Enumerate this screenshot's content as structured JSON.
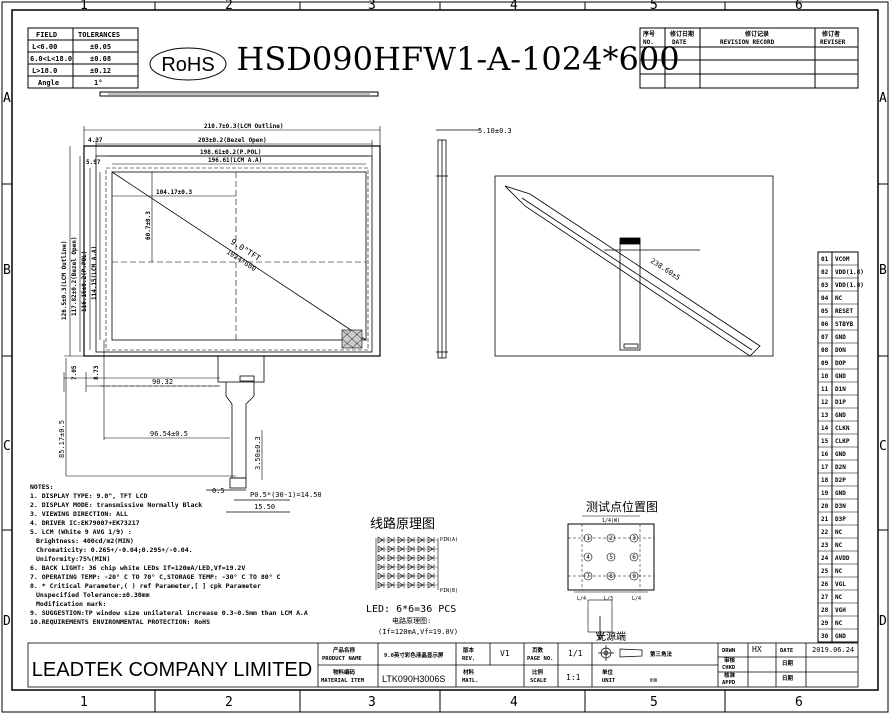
{
  "zone_columns": [
    "1",
    "2",
    "3",
    "4",
    "5",
    "6"
  ],
  "zone_rows": [
    "A",
    "B",
    "C",
    "D"
  ],
  "tolerance_table": {
    "headers": [
      "FIELD",
      "TOLERANCES"
    ],
    "rows": [
      [
        "L<6.00",
        "±0.05"
      ],
      [
        "6.0<L<18.0",
        "±0.08"
      ],
      [
        "L>18.0",
        "±0.12"
      ],
      [
        "Angle",
        "1°"
      ]
    ]
  },
  "rohs_label": "RoHS",
  "part_title": "HSD090HFW1-A-1024*600",
  "revision_table": {
    "headers_cn": [
      "序号",
      "修订日期",
      "修订记录",
      "修订者"
    ],
    "headers_en": [
      "NO.",
      "DATE",
      "REVISION RECORD",
      "REVISER"
    ]
  },
  "dims": {
    "lcm_outline_w": "210.7±0.3(LCM Outline)",
    "bezel_open_w": "203±0.2(Bezel Open)",
    "pol_w": "198.61±0.2(P.POL)",
    "active_w": "196.61(LCM A.A)",
    "left_offset_1": "4.37",
    "left_offset_2": "5.97",
    "center_x": "104.17±0.3",
    "center_y": "60.7±0.3",
    "diagonal": "9.0\"TFT",
    "diagonal_sub": "1024*600",
    "lcm_outline_h": "126.5±0.3(LCM Outline)",
    "bezel_open_h": "117.82±0.2(Bezel Open)",
    "pol_h": "116.16±0.2(P.POL)",
    "active_h": "114.15(LCM A.A)",
    "bottom_offset_1": "7.05",
    "bottom_offset_2": "8.73",
    "fpc_x": "90.32",
    "fpc_x2": "96.54±0.5",
    "fpc_total_h": "85.17±0.5",
    "fpc_end_h": "3.50±0.3",
    "pitch": "0.5",
    "pitch_total": "P0.5*(30-1)=14.50",
    "fpc_width": "15.50",
    "thickness": "5.10±0.3",
    "iso_length": "238.60±5"
  },
  "pin_table": [
    [
      "01",
      "VCOM"
    ],
    [
      "02",
      "VDD(1.8)"
    ],
    [
      "03",
      "VDD(1.8)"
    ],
    [
      "04",
      "NC"
    ],
    [
      "05",
      "RESET"
    ],
    [
      "06",
      "STBYB"
    ],
    [
      "07",
      "GND"
    ],
    [
      "08",
      "DON"
    ],
    [
      "09",
      "DOP"
    ],
    [
      "10",
      "GND"
    ],
    [
      "11",
      "D1N"
    ],
    [
      "12",
      "D1P"
    ],
    [
      "13",
      "GND"
    ],
    [
      "14",
      "CLKN"
    ],
    [
      "15",
      "CLKP"
    ],
    [
      "16",
      "GND"
    ],
    [
      "17",
      "D2N"
    ],
    [
      "18",
      "D2P"
    ],
    [
      "19",
      "GND"
    ],
    [
      "20",
      "D3N"
    ],
    [
      "21",
      "D3P"
    ],
    [
      "22",
      "NC"
    ],
    [
      "23",
      "NC"
    ],
    [
      "24",
      "AVDD"
    ],
    [
      "25",
      "NC"
    ],
    [
      "26",
      "VGL"
    ],
    [
      "27",
      "NC"
    ],
    [
      "28",
      "VGH"
    ],
    [
      "29",
      "NC"
    ],
    [
      "30",
      "GND"
    ]
  ],
  "notes": [
    "NOTES:",
    "1. DISPLAY TYPE: 9.0\", TFT LCD",
    "2. DISPLAY MODE: transmissive Normally Black",
    "3. VIEWING DIRECTION:  ALL",
    "4. DRIVER IC:EK79007+EK73217",
    "5. LCM (White 9 AVG 1/9) :",
    "   Brightness: 400cd/m2(MIN)",
    "   Chromaticity: 0.265+/-0.04;0.295+/-0.04.",
    "   Uniformity:75%(MIN)",
    "6. BACK LIGHT: 36 chip white LEDs If=120mA/LED,Vf=19.2V",
    "7. OPERATING TEMP: -20° C TO 70° C,STORAGE TEMP: -30° C TO 80° C",
    "8. * Critical Parameter,( ) ref Parameter,[ ] cpk Parameter",
    "   Unspecified Tolerance:±0.30mm",
    "   Modification mark:",
    "9. SUGGESTION:TP window size unilateral increase 0.3~0.5mm than LCM A.A",
    "10.REQUIREMENTS ENVIRONMENTAL PROTECTION: RoHS"
  ],
  "circuit": {
    "title": "线路原理图",
    "pin_a": "PIN(A)",
    "pin_b": "PIN(B)",
    "led_count": "LED:  6*6=36 PCS",
    "elec_title": "电路原理图:",
    "elec_spec": "(If=120mA,Vf=19.0V)"
  },
  "test_points": {
    "title": "测试点位置图",
    "top_label": "1/4(W)",
    "numbers": [
      "1",
      "2",
      "3",
      "4",
      "5",
      "6",
      "7",
      "8",
      "9"
    ],
    "bottom_label": "光源端",
    "side_labels": [
      "L/4",
      "L/3",
      "L/4"
    ]
  },
  "title_block": {
    "company": "LEADTEK COMPANY LIMITED",
    "product_name_cn": "产品名称",
    "product_name_en": "PRODUCT NAME",
    "product_name": "9.0英寸彩色液晶显示屏",
    "material_cn": "物料编码",
    "material_en": "MATERIAL ITEM",
    "material_code": "LTK090H3006S",
    "version_cn": "版本",
    "version_en": "REV.",
    "version": "V1",
    "page_cn": "页数",
    "page_en": "PAGE NO.",
    "page": "1/1",
    "projection": "第三角法",
    "material2_cn": "材料",
    "material2_en": "MATL.",
    "scale_cn": "比例",
    "scale_en": "SCALE",
    "scale": "1:1",
    "unit_cn": "单位",
    "unit_en": "UNIT",
    "unit": "mm",
    "drawn_label": "DRWN",
    "drawn_by": "HX",
    "checked_cn": "审核",
    "checked_label": "CHKD",
    "approved_cn": "核准",
    "approved_label": "APPD",
    "date_label": "DATE",
    "date_cn": "日期",
    "date": "2019.06.24"
  }
}
